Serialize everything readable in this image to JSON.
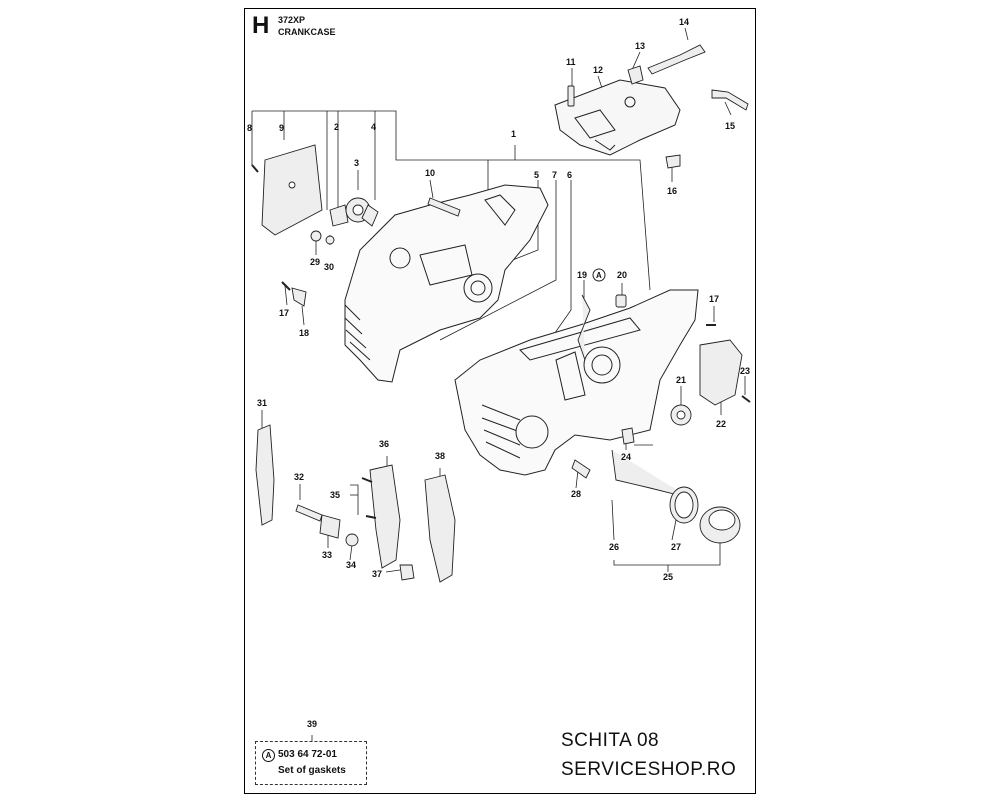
{
  "header": {
    "section_letter": "H",
    "model": "372XP",
    "assembly_name": "CRANKCASE"
  },
  "callouts": [
    "1",
    "2",
    "3",
    "4",
    "5",
    "6",
    "7",
    "8",
    "9",
    "10",
    "11",
    "12",
    "13",
    "14",
    "15",
    "16",
    "17",
    "17",
    "18",
    "19",
    "20",
    "21",
    "22",
    "23",
    "24",
    "25",
    "26",
    "27",
    "28",
    "29",
    "30",
    "31",
    "32",
    "33",
    "34",
    "35",
    "36",
    "37",
    "38"
  ],
  "marker_symbol": "A",
  "legend": {
    "item_number": "39",
    "marker": "A",
    "part_number": "503 64 72-01",
    "description": "Set of gaskets"
  },
  "watermark": {
    "line1": "SCHITA 08",
    "line2": "SERVICESHOP.RO"
  }
}
